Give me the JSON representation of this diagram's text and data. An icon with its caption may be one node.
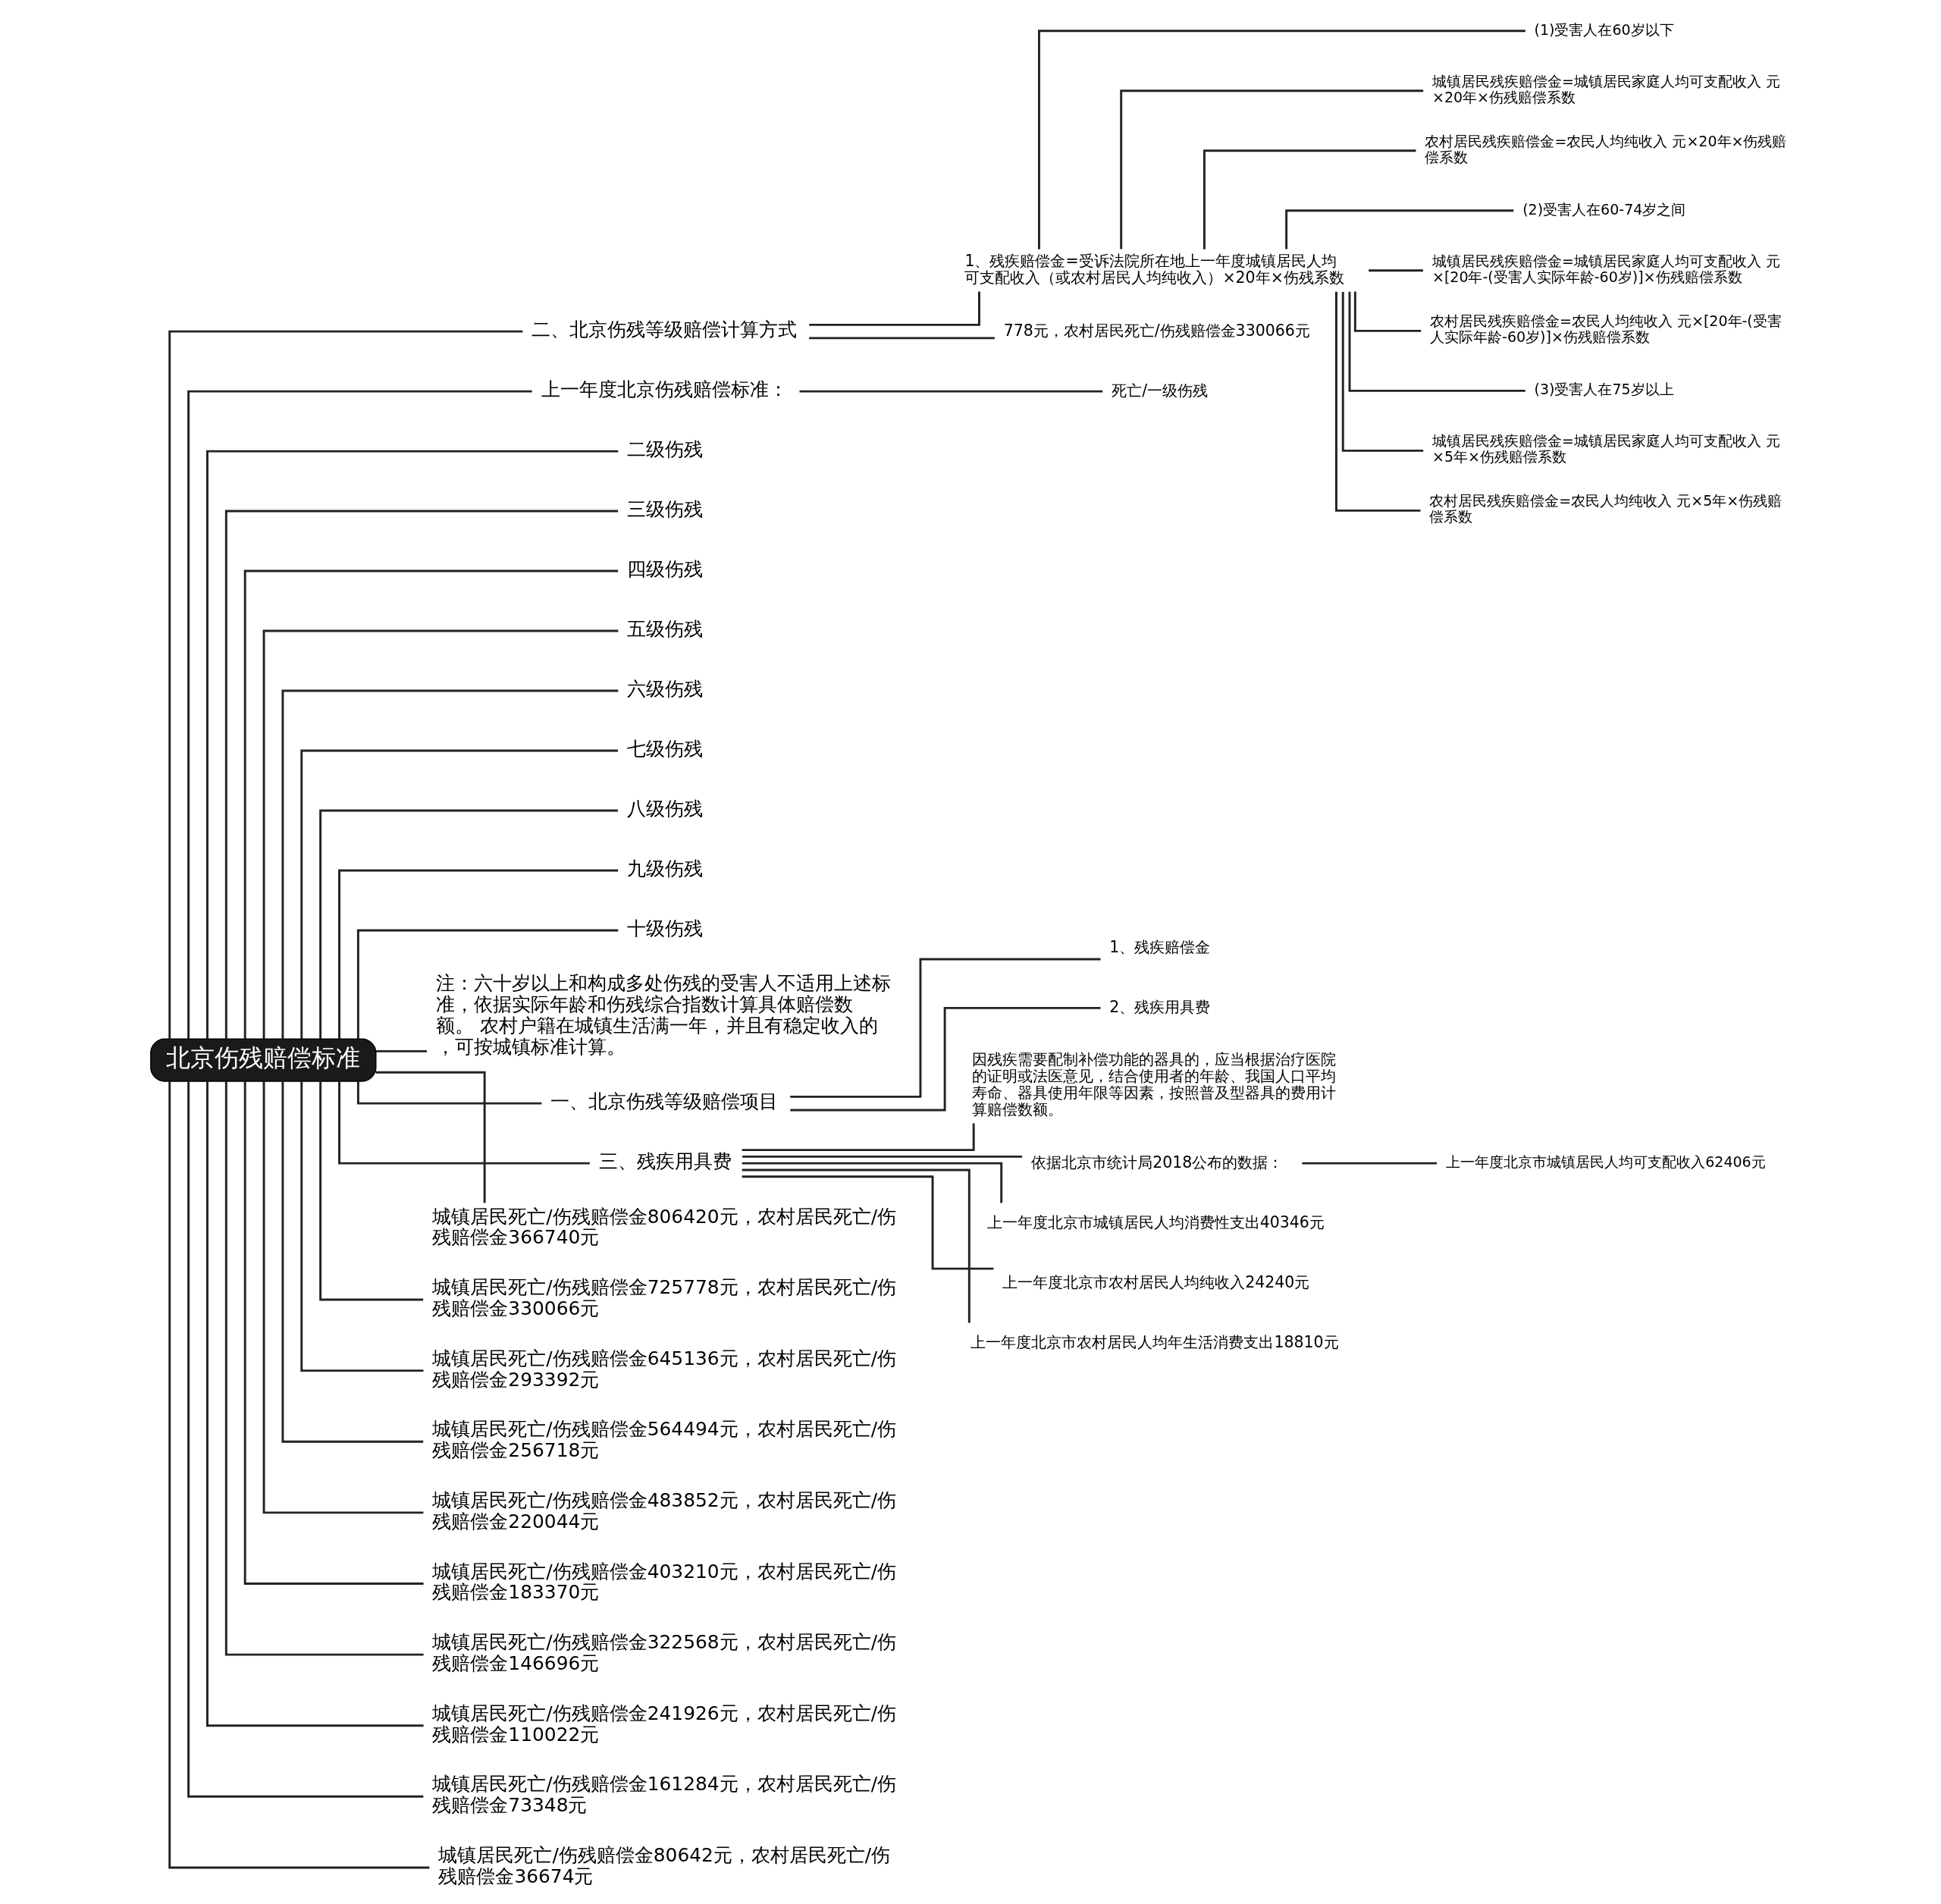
{
  "diagram": {
    "nodes": [
      {
        "text": [
          "北京伤残赔偿标准"
        ]
      },
      {
        "text": [
          "二、北京伤残等级赔偿计算方式"
        ]
      },
      {
        "text": [
          "1、残疾赔偿金=受诉法院所在地上一年度城镇居民人均可支配收入（或农村居民人均纯收入）×20年×伤残系数"
        ]
      },
      {
        "text": [
          "(1)受害人在60岁以下"
        ]
      },
      {
        "text": [
          "城镇居民残疾赔偿金=城镇居民家庭人均可支配收入 元×20年×伤残赔偿系数"
        ]
      },
      {
        "text": [
          "农村居民残疾赔偿金=农民人均纯收入 元×20年×伤残赔偿系数"
        ]
      },
      {
        "text": [
          "(2)受害人在60-74岁之间"
        ]
      },
      {
        "text": [
          "城镇居民残疾赔偿金=城镇居民家庭人均可支配收入 元×[20年-(受害人实际年龄-60岁)]×伤残赔偿系数"
        ]
      },
      {
        "text": [
          "农村居民残疾赔偿金=农民人均纯收入 元×[20年-(受害人实际年龄-60岁)]×伤残赔偿系数"
        ]
      },
      {
        "text": [
          "(3)受害人在75岁以上"
        ]
      },
      {
        "text": [
          "城镇居民残疾赔偿金=城镇居民家庭人均可支配收入 元×5年×伤残赔偿系数"
        ]
      },
      {
        "text": [
          "农村居民残疾赔偿金=农民人均纯收入 元×5年×伤残赔偿系数"
        ]
      },
      {
        "text": [
          "778元，农村居民死亡/伤残赔偿金330066元"
        ]
      },
      {
        "text": [
          "上一年度北京伤残赔偿标准："
        ]
      },
      {
        "text": [
          "死亡/一级伤残"
        ]
      },
      {
        "text": [
          "二级伤残"
        ]
      },
      {
        "text": [
          "三级伤残"
        ]
      },
      {
        "text": [
          "四级伤残"
        ]
      },
      {
        "text": [
          "五级伤残"
        ]
      },
      {
        "text": [
          "六级伤残"
        ]
      },
      {
        "text": [
          "七级伤残"
        ]
      },
      {
        "text": [
          "八级伤残"
        ]
      },
      {
        "text": [
          "九级伤残"
        ]
      },
      {
        "text": [
          "十级伤残"
        ]
      },
      {
        "text": [
          "注：六十岁以上和构成多处伤残的受害人不适用上述标准，依据实际年龄和伤残综合指数计算具体赔偿数额。 农村户籍在城镇生活满一年，并且有稳定收入的，可按城镇标准计算。"
        ]
      },
      {
        "text": [
          "一、北京伤残等级赔偿项目"
        ]
      },
      {
        "text": [
          "1、残疾赔偿金"
        ]
      },
      {
        "text": [
          "2、残疾用具费"
        ]
      },
      {
        "text": [
          "三、残疾用具费"
        ]
      },
      {
        "text": [
          "因残疾需要配制补偿功能的器具的，应当根据治疗医院的证明或法医意见，结合使用者的年龄、我国人口平均寿命、器具使用年限等因素，按照普及型器具的费用计算赔偿数额。"
        ]
      },
      {
        "text": [
          "依据北京市统计局2018公布的数据："
        ]
      },
      {
        "text": [
          "上一年度北京市城镇居民人均可支配收入62406元"
        ]
      },
      {
        "text": [
          "上一年度北京市城镇居民人均消费性支出40346元"
        ]
      },
      {
        "text": [
          "上一年度北京市农村居民人均纯收入24240元"
        ]
      },
      {
        "text": [
          "上一年度北京市农村居民人均年生活消费支出18810元"
        ]
      },
      {
        "text": [
          "城镇居民死亡/伤残赔偿金806420元，农村居民死亡/伤残赔偿金366740元"
        ]
      },
      {
        "text": [
          "城镇居民死亡/伤残赔偿金725778元，农村居民死亡/伤残赔偿金330066元"
        ]
      },
      {
        "text": [
          "城镇居民死亡/伤残赔偿金645136元，农村居民死亡/伤残赔偿金293392元"
        ]
      },
      {
        "text": [
          "城镇居民死亡/伤残赔偿金564494元，农村居民死亡/伤残赔偿金256718元"
        ]
      },
      {
        "text": [
          "城镇居民死亡/伤残赔偿金483852元，农村居民死亡/伤残赔偿金220044元"
        ]
      },
      {
        "text": [
          "城镇居民死亡/伤残赔偿金403210元，农村居民死亡/伤残赔偿金183370元"
        ]
      },
      {
        "text": [
          "城镇居民死亡/伤残赔偿金322568元，农村居民死亡/伤残赔偿金146696元"
        ]
      },
      {
        "text": [
          "城镇居民死亡/伤残赔偿金241926元，农村居民死亡/伤残赔偿金110022元"
        ]
      },
      {
        "text": [
          "城镇居民死亡/伤残赔偿金161284元，农村居民死亡/伤残赔偿金73348元"
        ]
      },
      {
        "text": [
          "城镇居民死亡/伤残赔偿金80642元，农村居民死亡/伤残赔偿金36674元"
        ]
      }
    ],
    "edges": [
      {
        "from": 0,
        "to": 1,
        "arrow": "none"
      },
      {
        "from": 1,
        "to": 2,
        "arrow": "none"
      },
      {
        "from": 2,
        "to": 3,
        "arrow": "none"
      },
      {
        "from": 2,
        "to": 4,
        "arrow": "none"
      },
      {
        "from": 2,
        "to": 5,
        "arrow": "none"
      },
      {
        "from": 2,
        "to": 6,
        "arrow": "none"
      },
      {
        "from": 2,
        "to": 7,
        "arrow": "none"
      },
      {
        "from": 2,
        "to": 8,
        "arrow": "none"
      },
      {
        "from": 2,
        "to": 9,
        "arrow": "none"
      },
      {
        "from": 2,
        "to": 10,
        "arrow": "none"
      },
      {
        "from": 2,
        "to": 11,
        "arrow": "none"
      },
      {
        "from": 1,
        "to": 12,
        "arrow": "none"
      },
      {
        "from": 0,
        "to": 13,
        "arrow": "none"
      },
      {
        "from": 13,
        "to": 14,
        "arrow": "none"
      },
      {
        "from": 0,
        "to": 15,
        "arrow": "none"
      },
      {
        "from": 0,
        "to": 16,
        "arrow": "none"
      },
      {
        "from": 0,
        "to": 17,
        "arrow": "none"
      },
      {
        "from": 0,
        "to": 18,
        "arrow": "none"
      },
      {
        "from": 0,
        "to": 19,
        "arrow": "none"
      },
      {
        "from": 0,
        "to": 20,
        "arrow": "none"
      },
      {
        "from": 0,
        "to": 21,
        "arrow": "none"
      },
      {
        "from": 0,
        "to": 22,
        "arrow": "none"
      },
      {
        "from": 0,
        "to": 23,
        "arrow": "none"
      },
      {
        "from": 0,
        "to": 24,
        "arrow": "none"
      },
      {
        "from": 0,
        "to": 25,
        "arrow": "none"
      },
      {
        "from": 25,
        "to": 26,
        "arrow": "none"
      },
      {
        "from": 25,
        "to": 27,
        "arrow": "none"
      },
      {
        "from": 0,
        "to": 28,
        "arrow": "none"
      },
      {
        "from": 28,
        "to": 29,
        "arrow": "none"
      },
      {
        "from": 28,
        "to": 30,
        "arrow": "none"
      },
      {
        "from": 30,
        "to": 31,
        "arrow": "none"
      },
      {
        "from": 28,
        "to": 32,
        "arrow": "none"
      },
      {
        "from": 28,
        "to": 33,
        "arrow": "none"
      },
      {
        "from": 28,
        "to": 34,
        "arrow": "none"
      },
      {
        "from": 0,
        "to": 35,
        "arrow": "none"
      },
      {
        "from": 0,
        "to": 36,
        "arrow": "none"
      },
      {
        "from": 0,
        "to": 37,
        "arrow": "none"
      },
      {
        "from": 0,
        "to": 38,
        "arrow": "none"
      },
      {
        "from": 0,
        "to": 39,
        "arrow": "none"
      },
      {
        "from": 0,
        "to": 40,
        "arrow": "none"
      },
      {
        "from": 0,
        "to": 41,
        "arrow": "none"
      },
      {
        "from": 0,
        "to": 42,
        "arrow": "none"
      },
      {
        "from": 0,
        "to": 43,
        "arrow": "none"
      },
      {
        "from": 0,
        "to": 44,
        "arrow": "none"
      }
    ]
  }
}
